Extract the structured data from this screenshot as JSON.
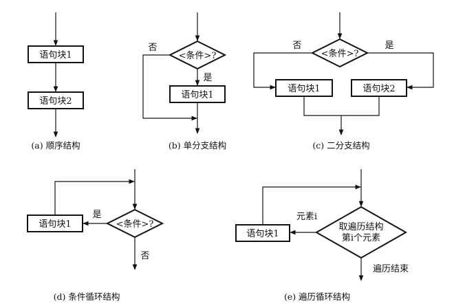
{
  "panels": {
    "a": {
      "blocks": [
        "语句块1",
        "语句块2"
      ],
      "caption": "(a) 顺序结构"
    },
    "b": {
      "condition": "<条件>?",
      "no": "否",
      "yes": "是",
      "block": "语句块1",
      "caption": "(b) 单分支结构"
    },
    "c": {
      "condition": "<条件>?",
      "no": "否",
      "yes": "是",
      "left_block": "语句块1",
      "right_block": "语句块2",
      "caption": "(c) 二分支结构"
    },
    "d": {
      "condition": "<条件>?",
      "yes": "是",
      "no": "否",
      "block": "语句块1",
      "caption": "(d) 条件循环结构"
    },
    "e": {
      "condition_line1": "取遍历结构",
      "condition_line2": "第i个元素",
      "element_label": "元素i",
      "end_label": "遍历结束",
      "block": "语句块1",
      "caption": "(e) 遍历循环结构"
    }
  }
}
